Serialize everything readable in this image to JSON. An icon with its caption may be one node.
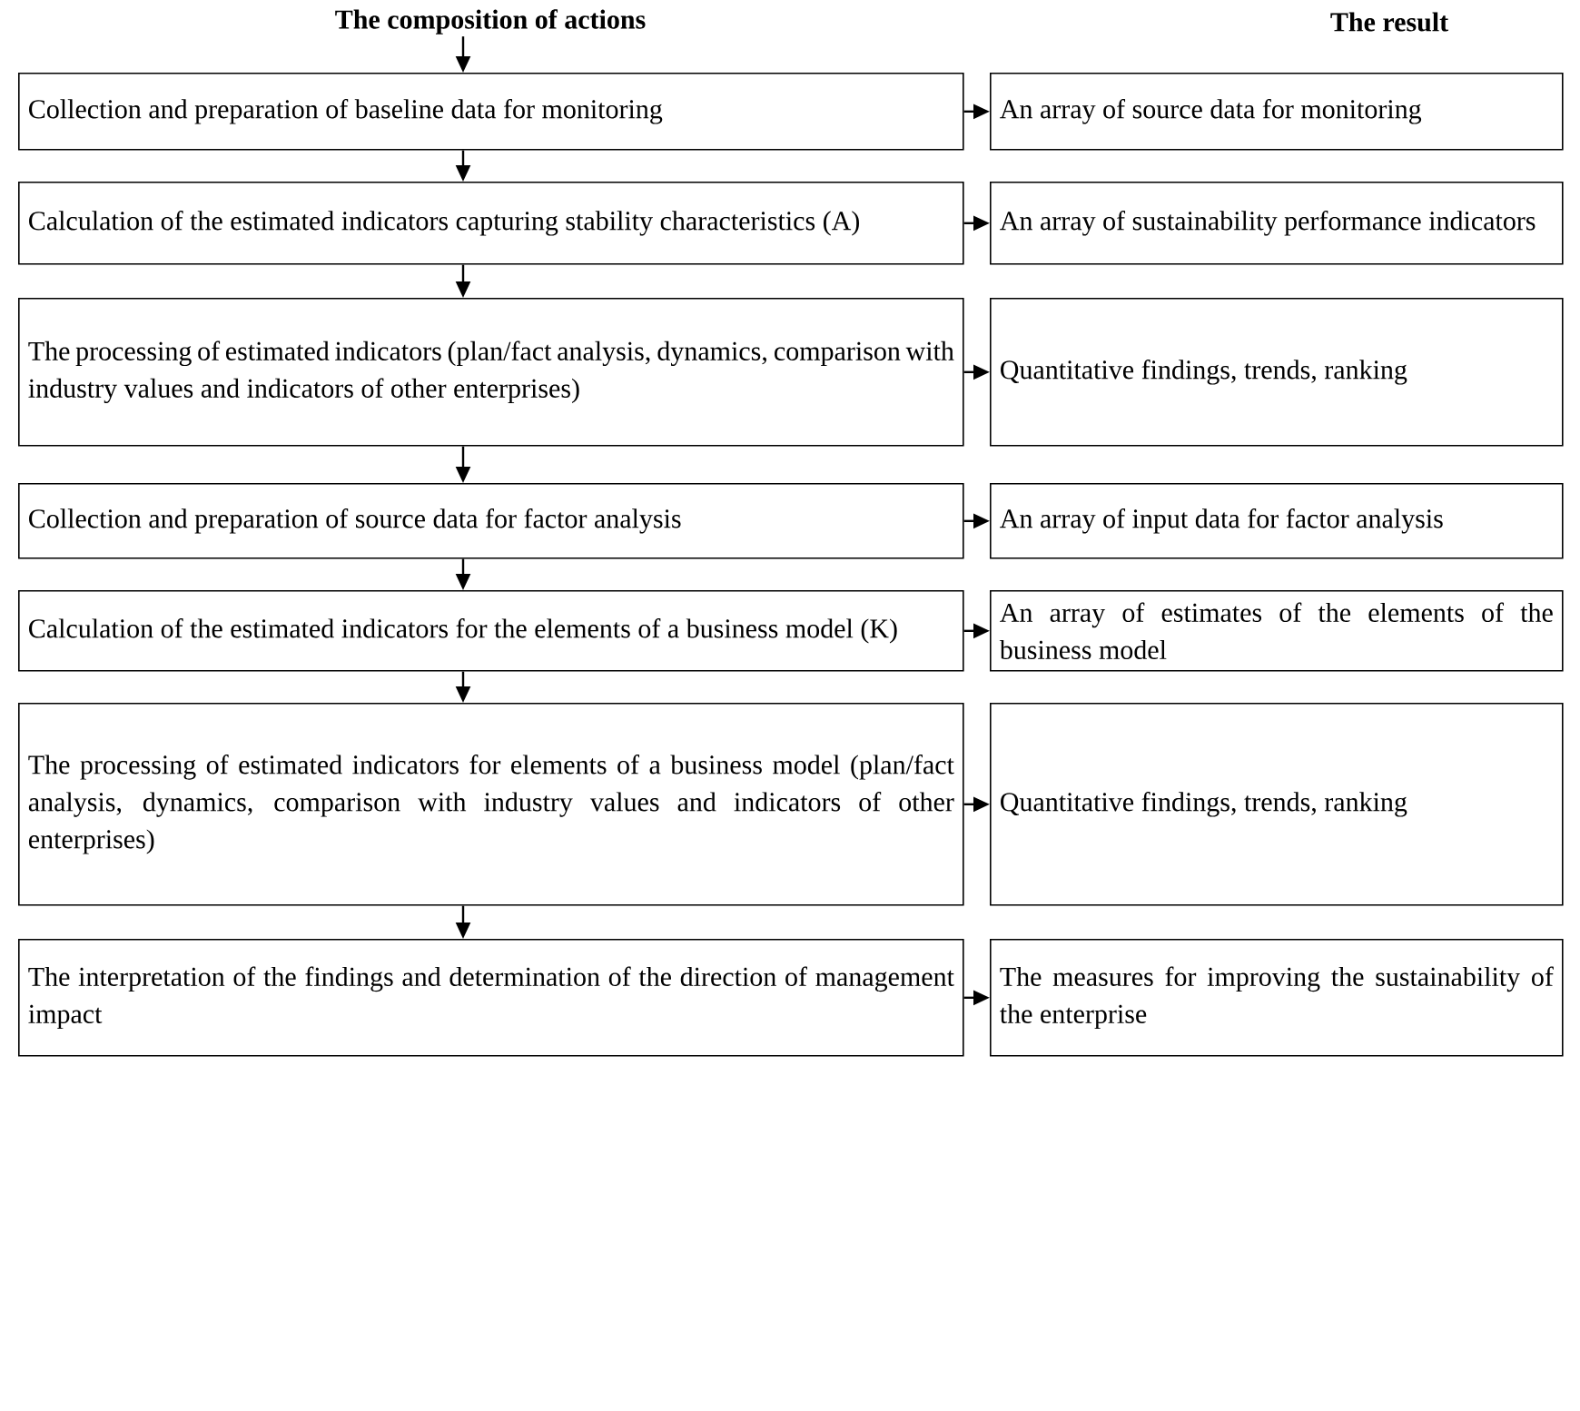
{
  "diagram": {
    "nodes": [
      {
        "text": [
          "The composition of actions"
        ]
      },
      {
        "text": [
          "Collection and preparation of baseline data for monitoring"
        ]
      },
      {
        "text": [
          "An array of source data for monitoring"
        ]
      },
      {
        "text": [
          "Calculation of the estimated indicators capturing stability characteristics (A)"
        ]
      },
      {
        "text": [
          "An array of sustainability performance indicators"
        ]
      },
      {
        "text": [
          "The processing of estimated indicators (plan/fact analysis, dynamics, comparison with industry values and indicators of other enterprises)"
        ]
      },
      {
        "text": [
          "Quantitative findings, trends, ranking"
        ]
      },
      {
        "text": [
          "Collection and preparation of source data for factor analysis"
        ]
      },
      {
        "text": [
          "An array of input data for factor analysis"
        ]
      },
      {
        "text": [
          "Calculation of the estimated indicators for the elements of a business model (K)"
        ]
      },
      {
        "text": [
          "An array of estimates of the elements of the business model"
        ]
      },
      {
        "text": [
          "The processing of estimated indicators for elements of a business model (plan/fact analysis, dynamics, comparison with industry values and indicators of other enterprises)"
        ]
      },
      {
        "text": [
          "Quantitative findings, trends, ranking"
        ]
      },
      {
        "text": [
          "The interpretation of the findings and determination of the direction of management impact"
        ]
      },
      {
        "text": [
          "The measures for improving the sustainability of the enterprise"
        ]
      }
    ],
    "edges": [
      {
        "from": 0,
        "to": 1,
        "arrow": "to"
      },
      {
        "from": 1,
        "to": 2,
        "arrow": "to"
      },
      {
        "from": 1,
        "to": 3,
        "arrow": "to"
      },
      {
        "from": 3,
        "to": 4,
        "arrow": "to"
      },
      {
        "from": 3,
        "to": 5,
        "arrow": "to"
      },
      {
        "from": 5,
        "to": 6,
        "arrow": "to"
      },
      {
        "from": 5,
        "to": 7,
        "arrow": "to"
      },
      {
        "from": 7,
        "to": 8,
        "arrow": "to"
      },
      {
        "from": 7,
        "to": 9,
        "arrow": "to"
      },
      {
        "from": 9,
        "to": 10,
        "arrow": "to"
      },
      {
        "from": 9,
        "to": 11,
        "arrow": "to"
      },
      {
        "from": 11,
        "to": 12,
        "arrow": "to"
      },
      {
        "from": 11,
        "to": 13,
        "arrow": "to"
      },
      {
        "from": 13,
        "to": 14,
        "arrow": "to"
      }
    ],
    "labels": [
      "The result"
    ]
  }
}
